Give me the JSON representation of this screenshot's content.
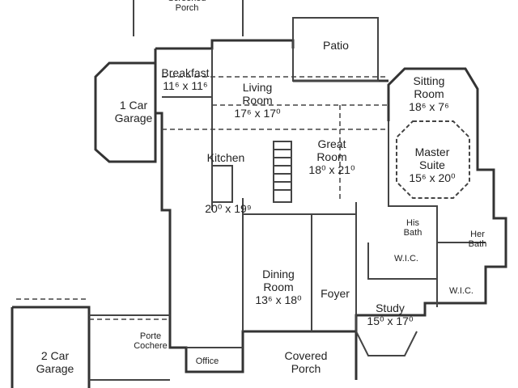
{
  "plan": {
    "rooms": [
      {
        "id": "screened-porch",
        "name": "Screened\nPorch",
        "dims": ""
      },
      {
        "id": "patio",
        "name": "Patio",
        "dims": ""
      },
      {
        "id": "breakfast",
        "name": "Breakfast",
        "dims": "11⁶ x 11⁶"
      },
      {
        "id": "living-room",
        "name": "Living\nRoom",
        "dims": "17⁶ x 17⁰"
      },
      {
        "id": "one-car-garage",
        "name": "1 Car\nGarage",
        "dims": ""
      },
      {
        "id": "sitting-room",
        "name": "Sitting\nRoom",
        "dims": "18⁶ x 7⁶"
      },
      {
        "id": "great-room",
        "name": "Great\nRoom",
        "dims": "18⁰ x 21⁰"
      },
      {
        "id": "master-suite",
        "name": "Master\nSuite",
        "dims": "15⁶ x 20⁰"
      },
      {
        "id": "kitchen",
        "name": "Kitchen",
        "dims": "20⁰ x 19⁹"
      },
      {
        "id": "his-bath",
        "name": "His\nBath",
        "dims": ""
      },
      {
        "id": "her-bath",
        "name": "Her\nBath",
        "dims": ""
      },
      {
        "id": "wic-1",
        "name": "W.I.C.",
        "dims": ""
      },
      {
        "id": "wic-2",
        "name": "W.I.C.",
        "dims": ""
      },
      {
        "id": "dining-room",
        "name": "Dining\nRoom",
        "dims": "13⁶ x 18⁰"
      },
      {
        "id": "foyer",
        "name": "Foyer",
        "dims": ""
      },
      {
        "id": "study",
        "name": "Study",
        "dims": "15⁰ x 17⁰"
      },
      {
        "id": "porte-cochere",
        "name": "Porte\nCochere",
        "dims": ""
      },
      {
        "id": "two-car-garage",
        "name": "2 Car\nGarage",
        "dims": ""
      },
      {
        "id": "office",
        "name": "Office",
        "dims": ""
      },
      {
        "id": "covered-porch",
        "name": "Covered\nPorch",
        "dims": ""
      }
    ]
  }
}
